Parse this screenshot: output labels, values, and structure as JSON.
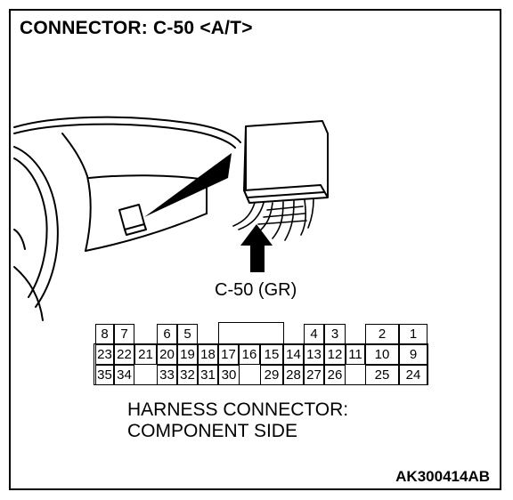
{
  "title": "CONNECTOR: C-50 <A/T>",
  "connector_label": "C-50 (GR)",
  "caption_line1": "HARNESS CONNECTOR:",
  "caption_line2": "COMPONENT SIDE",
  "figure_code": "AK300414AB",
  "pins": {
    "row1": [
      {
        "id": "p8",
        "label": "8"
      },
      {
        "id": "p7",
        "label": "7"
      },
      {
        "id": "p6",
        "label": "6"
      },
      {
        "id": "p5",
        "label": "5"
      },
      {
        "id": "p4",
        "label": "4"
      },
      {
        "id": "p3",
        "label": "3"
      },
      {
        "id": "p2",
        "label": "2"
      },
      {
        "id": "p1",
        "label": "1"
      }
    ],
    "row2": [
      {
        "id": "p23",
        "label": "23"
      },
      {
        "id": "p22",
        "label": "22"
      },
      {
        "id": "p21",
        "label": "21"
      },
      {
        "id": "p20",
        "label": "20"
      },
      {
        "id": "p19",
        "label": "19"
      },
      {
        "id": "p18",
        "label": "18"
      },
      {
        "id": "p17",
        "label": "17"
      },
      {
        "id": "p16",
        "label": "16"
      },
      {
        "id": "p15",
        "label": "15"
      },
      {
        "id": "p14",
        "label": "14"
      },
      {
        "id": "p13",
        "label": "13"
      },
      {
        "id": "p12",
        "label": "12"
      },
      {
        "id": "p11",
        "label": "11"
      },
      {
        "id": "p10",
        "label": "10"
      },
      {
        "id": "p9",
        "label": "9"
      }
    ],
    "row3": [
      {
        "id": "p35",
        "label": "35"
      },
      {
        "id": "p34",
        "label": "34"
      },
      {
        "id": "p33",
        "label": "33"
      },
      {
        "id": "p32",
        "label": "32"
      },
      {
        "id": "p31",
        "label": "31"
      },
      {
        "id": "p30",
        "label": "30"
      },
      {
        "id": "p29",
        "label": "29"
      },
      {
        "id": "p28",
        "label": "28"
      },
      {
        "id": "p27",
        "label": "27"
      },
      {
        "id": "p26",
        "label": "26"
      },
      {
        "id": "p25",
        "label": "25"
      },
      {
        "id": "p24",
        "label": "24"
      }
    ]
  }
}
